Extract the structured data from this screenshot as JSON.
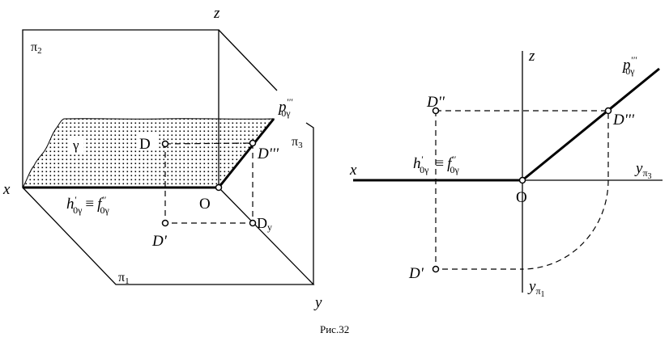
{
  "left": {
    "z": "z",
    "x": "x",
    "y": "y",
    "pi2": "π",
    "pi2_sub": "2",
    "pi1": "π",
    "pi1_sub": "1",
    "pi3": "π",
    "pi3_sub": "3",
    "gamma": "γ",
    "D": "D",
    "D3": "D'''",
    "D1": "D'",
    "Dy": "D",
    "Dy_sub": "y",
    "O": "O",
    "p_main": "p",
    "p_sup": "'''",
    "p_sub": "0γ",
    "h_main": "h",
    "h_sup": "'",
    "h_sub": "0γ",
    "equiv": "≡",
    "f_main": "f",
    "f_sup": "''",
    "f_sub": "0γ"
  },
  "right": {
    "z": "z",
    "x": "x",
    "y3": "y",
    "y3_sub": "π",
    "y3_sub2": "3",
    "y1": "y",
    "y1_sub": "π",
    "y1_sub2": "1",
    "D2": "D''",
    "D3": "D'''",
    "D1": "D'",
    "O": "O",
    "p_main": "p",
    "p_sup": "'''",
    "p_sub": "0γ",
    "h_main": "h",
    "h_sup": "'",
    "h_sub": "0γ",
    "equiv": "≡",
    "f_main": "f",
    "f_sup": "''",
    "f_sub": "0γ"
  },
  "caption": "Рис.32"
}
